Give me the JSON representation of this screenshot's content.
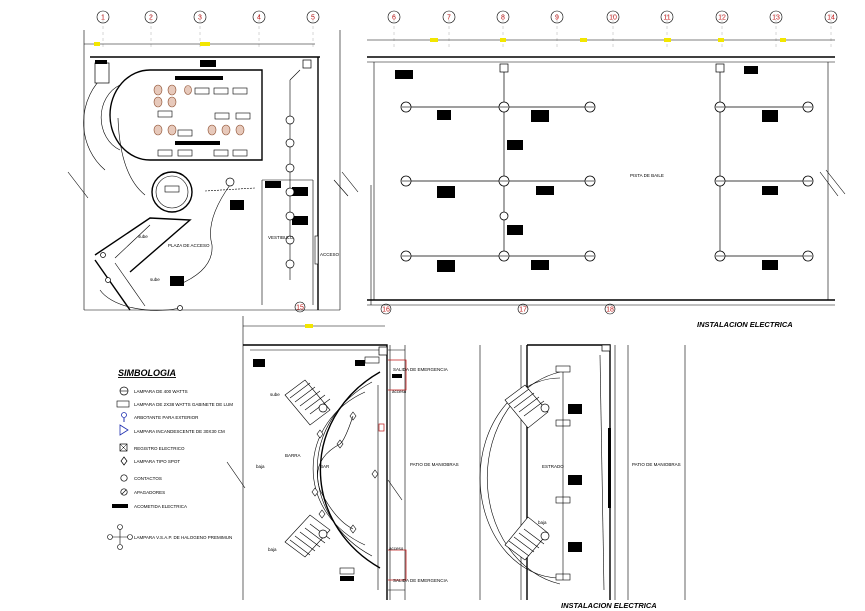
{
  "axes_top_left": [
    "1",
    "2",
    "3",
    "4",
    "5"
  ],
  "axes_top_right": [
    "6",
    "7",
    "8",
    "9",
    "10",
    "11",
    "12",
    "13",
    "14"
  ],
  "axes_mid": [
    "15",
    "16",
    "17",
    "18"
  ],
  "labels": {
    "plaza": "PLAZA DE ACCESO",
    "vestibulo": "VESTIBULO",
    "acceso": "ACCESO",
    "pista": "PISTA DE BAILE",
    "sube1": "sube",
    "sube2": "sube",
    "sube3": "sube",
    "baja1": "baja",
    "baja2": "baja",
    "barra": "BARRA",
    "bar": "BAR",
    "salida1": "SALIDA DE EMERGENCIA",
    "salida2": "SALIDA DE EMERGENCIA",
    "acceso_s1": "acceso",
    "acceso_s2": "acceso",
    "patio1": "PATIO DE MANIOBRAS",
    "patio2": "PATIO DE MANIOBRAS",
    "estrado": "ESTRADO",
    "baja3": "baja"
  },
  "titles": {
    "instalacion_top": "INSTALACION ELECTRICA",
    "instalacion_bottom": "INSTALACION ELECTRICA"
  },
  "legend": {
    "title": "SIMBOLOGIA",
    "items": [
      {
        "icon": "mercury-lamp-icon",
        "text": "LAMPARA DE 400 WATTS"
      },
      {
        "icon": "fluorescent-lamp-icon",
        "text": "LAMPARA DE 2X38 WATTS GABINETE DE LUM"
      },
      {
        "icon": "exterior-luminaire-icon",
        "text": "ARBOTANTE PARA EXTERIOR"
      },
      {
        "icon": "incandescent-lamp-icon",
        "text": "LAMPARA INCANDESCENTE DE 30X30 CM"
      },
      {
        "icon": "register-box-icon",
        "text": "REGISTRO ELECTRICO"
      },
      {
        "icon": "spot-lamp-icon",
        "text": "LAMPARA TIPO SPOT"
      },
      {
        "icon": "outlet-icon",
        "text": "CONTACTOS"
      },
      {
        "icon": "switch-icon",
        "text": "APAGADORES"
      },
      {
        "icon": "wiring-icon",
        "text": "ACOMETIDA ELECTRICA"
      },
      {
        "icon": "halogen-cluster-icon",
        "text": "LAMPARA V.S.A.P. DE HALOGENO PREMIMUN"
      }
    ]
  },
  "colors": {
    "axis_label": "#c01818",
    "dimension_mark": "#f2e600",
    "line": "#000000"
  }
}
